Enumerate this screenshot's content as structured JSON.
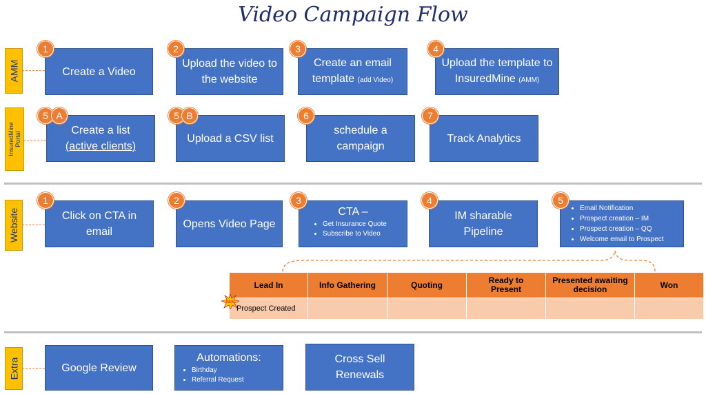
{
  "title": "Video Campaign Flow",
  "lanes": {
    "amm": "AMM",
    "portal": "InsuredMine Portal",
    "website": "Website",
    "extra": "Extra"
  },
  "amm_steps": [
    {
      "badge": "1",
      "text": "Create a Video"
    },
    {
      "badge": "2",
      "text": "Upload the video to the website"
    },
    {
      "badge": "3",
      "text": "Create an email template",
      "note": "(add Video)"
    },
    {
      "badge": "4",
      "text": "Upload the template to InsuredMine",
      "note": "(AMM)"
    }
  ],
  "portal_steps": [
    {
      "badge": "5",
      "sub": "A",
      "line1": "Create a list",
      "line2": "(active clients)"
    },
    {
      "badge": "5",
      "sub": "B",
      "text": "Upload a CSV list"
    },
    {
      "badge": "6",
      "text": "schedule a campaign"
    },
    {
      "badge": "7",
      "text": "Track Analytics"
    }
  ],
  "website_steps": [
    {
      "badge": "1",
      "text": "Click on CTA in email"
    },
    {
      "badge": "2",
      "text": "Opens Video Page"
    },
    {
      "badge": "3",
      "text": "CTA –",
      "bullets": [
        "Get  Insurance Quote",
        "Subscribe to Video"
      ]
    },
    {
      "badge": "4",
      "text": "IM sharable Pipeline"
    },
    {
      "badge": "5",
      "bullets": [
        "Email Notification",
        "Prospect creation – IM",
        "Prospect creation – QQ",
        "Welcome email to Prospect"
      ]
    }
  ],
  "pipeline": {
    "stages": [
      "Lead In",
      "Info Gathering",
      "Quoting",
      "Ready to Present",
      "Presented awaiting decision",
      "Won"
    ],
    "card": "Prospect Created",
    "new_tag": "NEW"
  },
  "extra_steps": [
    {
      "text": "Google Review"
    },
    {
      "text": "Automations:",
      "bullets": [
        "Birthday",
        "Referral Request"
      ]
    },
    {
      "text": "Cross Sell Renewals"
    }
  ],
  "colors": {
    "box": "#4472c4",
    "badge": "#ed7d31",
    "lane": "#ffc000",
    "pipeline_header": "#ed7d31",
    "pipeline_row": "#f8cbad"
  }
}
